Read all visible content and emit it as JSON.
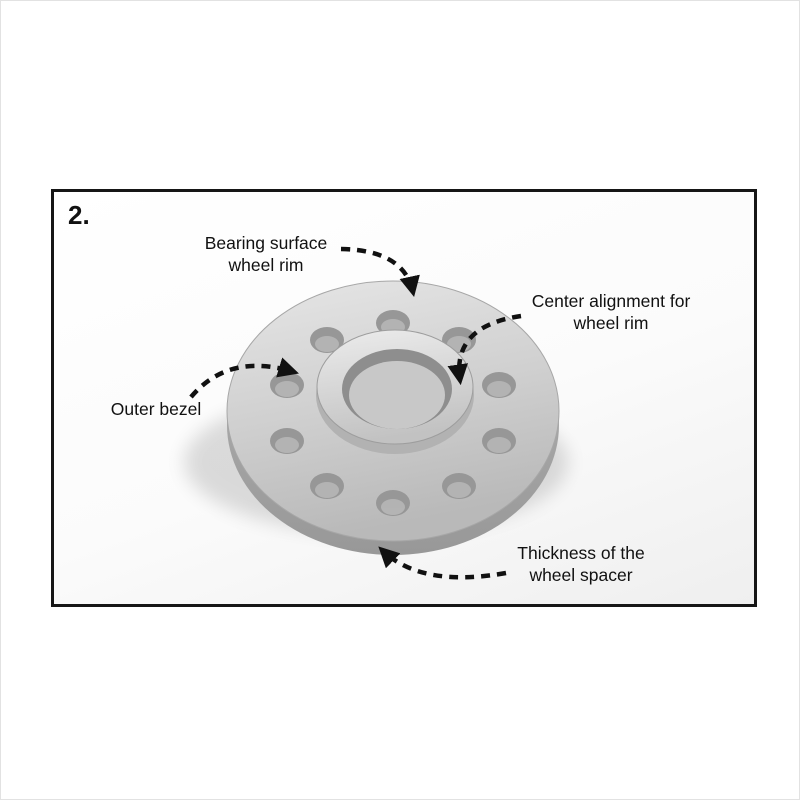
{
  "diagram": {
    "step_number": "2.",
    "labels": {
      "bearing_surface": "Bearing surface\nwheel rim",
      "center_alignment": "Center alignment for\nwheel rim",
      "outer_bezel": "Outer bezel",
      "thickness": "Thickness of the\nwheel spacer"
    },
    "colors": {
      "arrow": "#111111",
      "text": "#111111",
      "frame_border": "#161616",
      "spacer_light": "#e4e4e4",
      "spacer_mid": "#c4c4c4",
      "spacer_dark": "#9e9e9e",
      "hole": "#979797",
      "bore_wall": "#8e8e8e",
      "bore_inner": "#c8c8c8",
      "hub_side": "#b2b2b2"
    }
  }
}
